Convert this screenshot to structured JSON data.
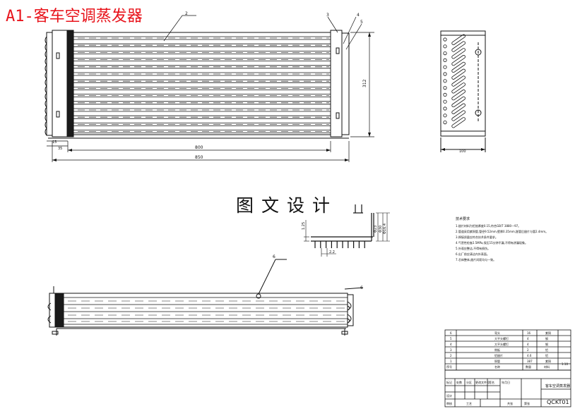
{
  "watermark_title": "A1-客车空调蒸发器",
  "design_stamp": "图文设计",
  "callouts": [
    "2",
    "3",
    "4",
    "5",
    "6",
    "6"
  ],
  "dimensions": {
    "front_width_inner": "800",
    "front_width_outer": "850",
    "front_height": "312",
    "left_offset_a": "15",
    "left_offset_b": "35",
    "side_width": "100",
    "fin_pitch": "2.2",
    "fin_height": "1.25",
    "tube_dims": [
      "Φ23",
      "Φ30",
      "Φ16.4"
    ]
  },
  "tech_notes": {
    "heading": "技术要求",
    "lines": [
      "1.翅片材料为铝箔厚度0.15,符合GB/T 3880—97。",
      "2.管道采用紫铜管,管径9.52mm,壁厚0.35mm,胀管后翅片与管2.4mm。",
      "3.焊接质量应符合技术条件要求。",
      "4.气密性检查2.5MPa,保压15分钟不漏,不得有渗漏现象。",
      "5.外观应整洁,不得有损伤。",
      "6.出厂前应清洁内外表面。",
      "7.芯体整体,翅片间距均匀一致。"
    ]
  },
  "bom": {
    "rows": [
      {
        "no": "6",
        "name": "弯头",
        "qty": "16",
        "material": "紫铜"
      },
      {
        "no": "5",
        "name": "大平头螺钉",
        "qty": "4",
        "material": "钢"
      },
      {
        "no": "4",
        "name": "大平头螺钉",
        "qty": "4",
        "material": "钢"
      },
      {
        "no": "3",
        "name": "侧板",
        "qty": "2",
        "material": "铝"
      },
      {
        "no": "2",
        "name": "铝翅片",
        "qty": "4.6",
        "material": "铝"
      },
      {
        "no": "1",
        "name": "铜管",
        "qty": "387",
        "material": "紫铜"
      }
    ],
    "header": {
      "no": "序号",
      "name": "名称",
      "qty": "数量",
      "material": "材料"
    }
  },
  "title_block": {
    "drawing_name": "客车空调蒸发器",
    "drawing_no": "QCKT01",
    "labels": [
      "标记",
      "处数",
      "分区",
      "更改文件号",
      "签名",
      "年月日"
    ],
    "bottom_labels": [
      "设计",
      "审核",
      "工艺",
      "共张",
      "第张"
    ],
    "scale": "1:10"
  }
}
